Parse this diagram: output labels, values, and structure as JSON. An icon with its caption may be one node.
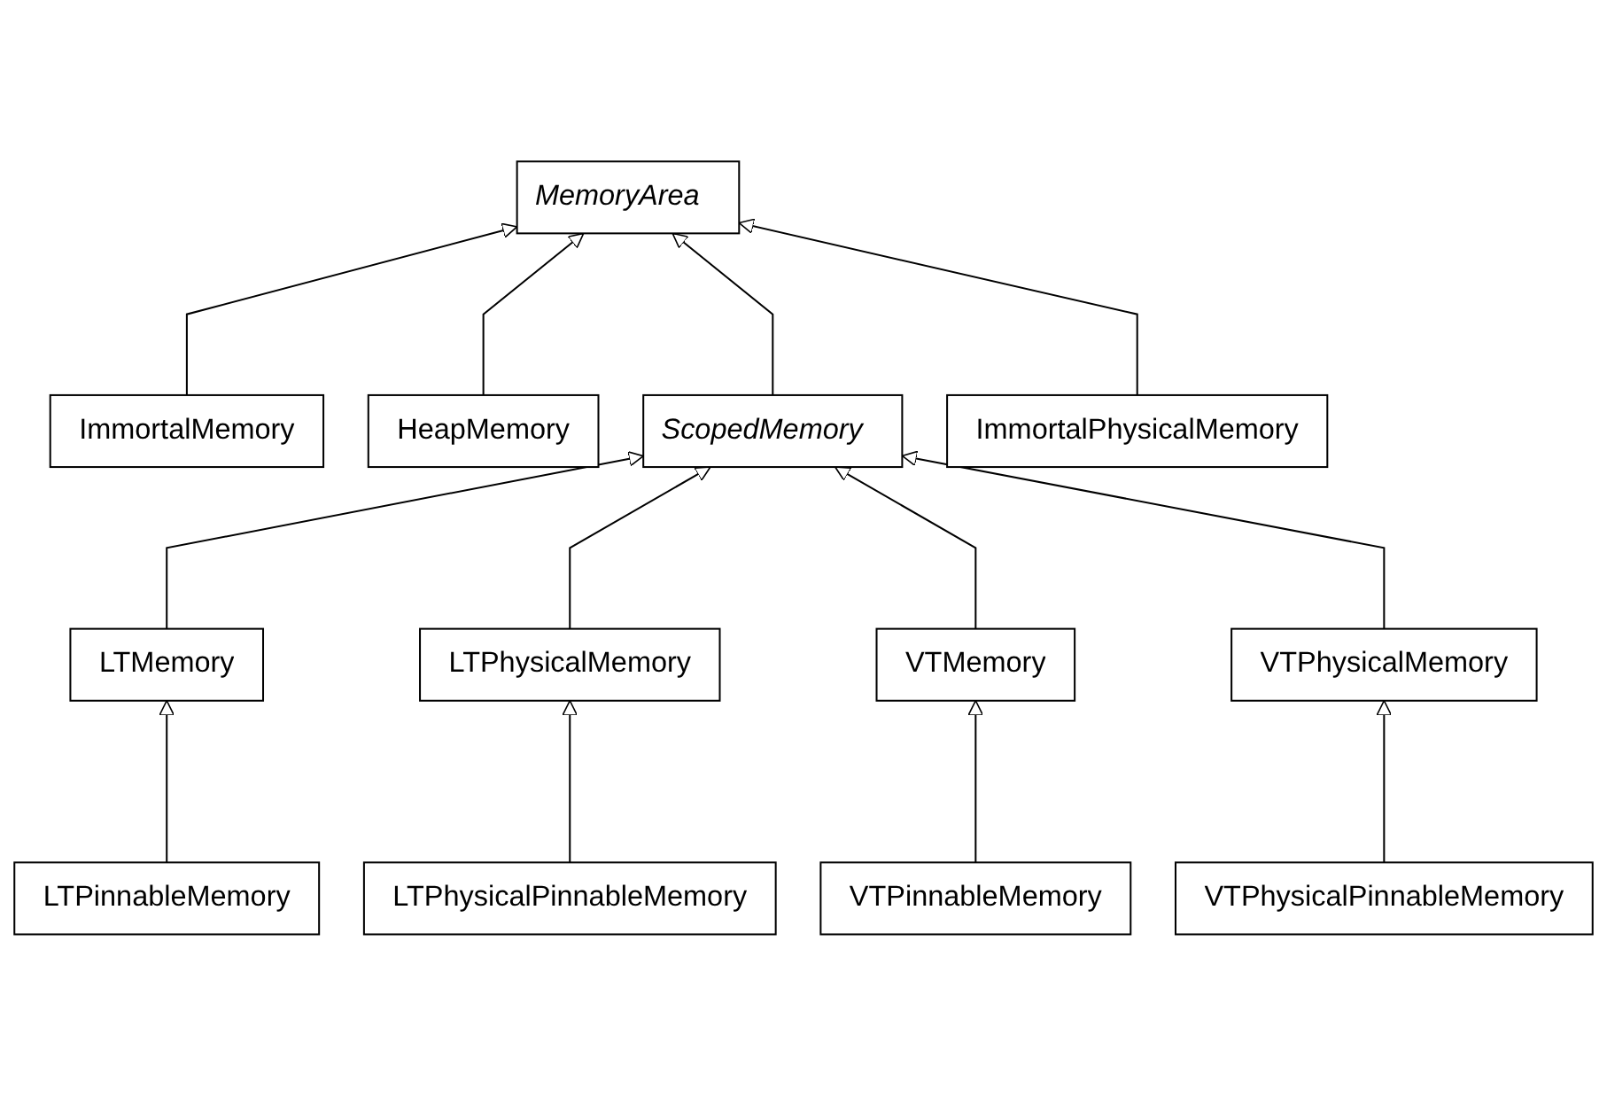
{
  "diagram": {
    "nodes": [
      {
        "text": [
          "MemoryArea"
        ]
      },
      {
        "text": [
          "ImmortalMemory"
        ]
      },
      {
        "text": [
          "HeapMemory"
        ]
      },
      {
        "text": [
          "ScopedMemory"
        ]
      },
      {
        "text": [
          "ImmortalPhysicalMemory"
        ]
      },
      {
        "text": [
          "LTMemory"
        ]
      },
      {
        "text": [
          "LTPhysicalMemory"
        ]
      },
      {
        "text": [
          "VTMemory"
        ]
      },
      {
        "text": [
          "VTPhysicalMemory"
        ]
      },
      {
        "text": [
          "LTPinnableMemory"
        ]
      },
      {
        "text": [
          "VTPinnableMemory"
        ]
      },
      {
        "text": [
          "LTPhysicalPinnableMemory"
        ]
      },
      {
        "text": [
          "VTPhysicalPinnableMemory"
        ]
      }
    ],
    "edges": [
      {
        "from": 1,
        "to": 0,
        "arrow": "to"
      },
      {
        "from": 2,
        "to": 0,
        "arrow": "to"
      },
      {
        "from": 3,
        "to": 0,
        "arrow": "to"
      },
      {
        "from": 4,
        "to": 0,
        "arrow": "to"
      },
      {
        "from": 5,
        "to": 3,
        "arrow": "to"
      },
      {
        "from": 6,
        "to": 3,
        "arrow": "to"
      },
      {
        "from": 7,
        "to": 3,
        "arrow": "to"
      },
      {
        "from": 8,
        "to": 3,
        "arrow": "to"
      },
      {
        "from": 9,
        "to": 5,
        "arrow": "to"
      },
      {
        "from": 11,
        "to": 6,
        "arrow": "to"
      },
      {
        "from": 10,
        "to": 7,
        "arrow": "to"
      },
      {
        "from": 12,
        "to": 8,
        "arrow": "to"
      }
    ]
  }
}
